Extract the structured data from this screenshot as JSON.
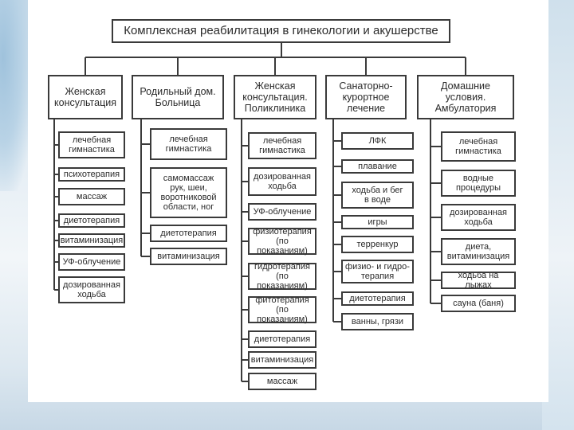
{
  "title": "Комплексная реабилитация в гинекологии и акушерстве",
  "columns": [
    {
      "header": "Женская\nконсультация",
      "items": [
        "лечебная\nгимнастика",
        "психотерапия",
        "массаж",
        "диетотерапия",
        "витаминизация",
        "УФ-облучение",
        "дозированная\nходьба"
      ]
    },
    {
      "header": "Родильный дом.\nБольница",
      "items": [
        "лечебная\nгимнастика",
        "самомассаж\nрук, шеи,\nворотниковой\nобласти, ног",
        "диетотерапия",
        "витаминизация"
      ]
    },
    {
      "header": "Женская\nконсультация.\nПоликлиника",
      "items": [
        "лечебная\nгимнастика",
        "дозированная\nходьба",
        "УФ-облучение",
        "физиотерапия\n(по показаниям)",
        "гидротерапия\n(по показаниям)",
        "фитотерапия\n(по показаниям)",
        "диетотерапия",
        "витаминизация",
        "массаж"
      ]
    },
    {
      "header": "Санаторно-\nкурортное\nлечение",
      "items": [
        "ЛФК",
        "плавание",
        "ходьба и бег\nв воде",
        "игры",
        "терренкур",
        "физио- и гидро-\nтерапия",
        "диетотерапия",
        "ванны, грязи"
      ]
    },
    {
      "header": "Домашние\nусловия.\nАмбулатория",
      "items": [
        "лечебная\nгимнастика",
        "водные\nпроцедуры",
        "дозированная\nходьба",
        "диета,\nвитаминизация",
        "ходьба на лыжах",
        "сауна (баня)"
      ]
    }
  ]
}
